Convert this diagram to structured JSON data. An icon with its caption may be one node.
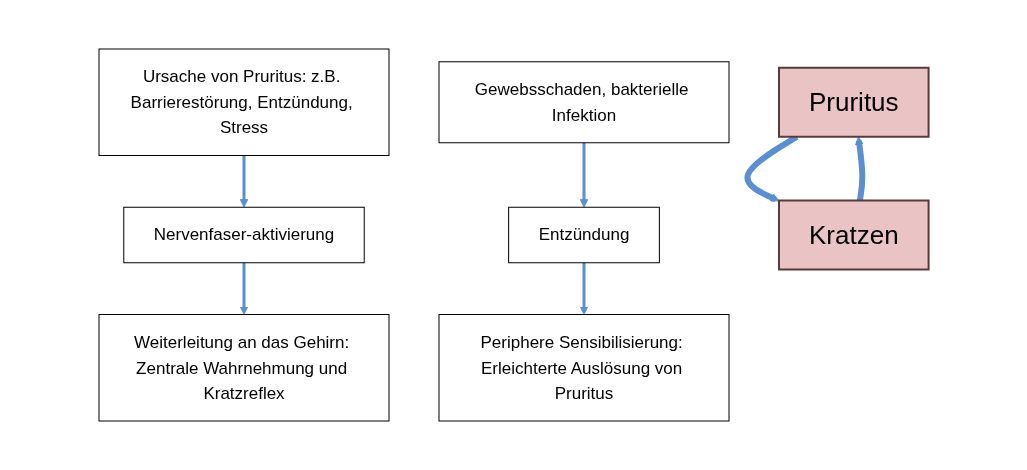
{
  "diagram": {
    "nodes": [
      {
        "text": [
          "Periphere Sensibilisierung: Erleichterte Auslösung von Pruritus"
        ]
      },
      {
        "text": [
          "Pruritus"
        ]
      },
      {
        "text": [
          "Ursache von Pruritus: z.B. Barrierestörung, Entzündung, Stress"
        ]
      },
      {
        "text": [
          "Entzündung"
        ]
      },
      {
        "text": [
          "Nervenfaser-aktivierung"
        ]
      },
      {
        "text": [
          "Gewebsschaden, bakterielle Infektion"
        ]
      },
      {
        "text": [
          "Kratzen"
        ]
      },
      {
        "text": [
          "Weiterleitung an das Gehirn: Zentrale Wahrnehmung und Kratzreflex"
        ]
      }
    ],
    "edges": [
      {
        "from": 3,
        "to": 0,
        "arrow": "to"
      },
      {
        "from": 5,
        "to": 3,
        "arrow": "to"
      },
      {
        "from": 2,
        "to": 4,
        "arrow": "to"
      },
      {
        "from": 4,
        "to": 7,
        "arrow": "to"
      },
      {
        "from": 1,
        "to": 6,
        "arrow": "to",
        "style": "thick"
      },
      {
        "from": 6,
        "to": 1,
        "arrow": "to",
        "style": "thick"
      }
    ]
  }
}
